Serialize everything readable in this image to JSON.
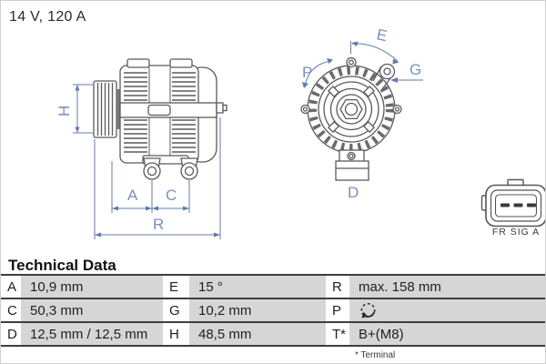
{
  "header": {
    "rating": "14 V, 120 A"
  },
  "table": {
    "title": "Technical Data",
    "rows": [
      {
        "cells": [
          {
            "label": "A",
            "value": "10,9 mm"
          },
          {
            "label": "E",
            "value": "15 °"
          },
          {
            "label": "R",
            "value": "max. 158 mm"
          }
        ]
      },
      {
        "cells": [
          {
            "label": "C",
            "value": "50,3 mm"
          },
          {
            "label": "G",
            "value": "10,2 mm"
          },
          {
            "label": "P",
            "value_icon": "rotation-clockwise-icon"
          }
        ]
      },
      {
        "cells": [
          {
            "label": "D",
            "value": "12,5 mm / 12,5 mm"
          },
          {
            "label": "H",
            "value": "48,5 mm"
          },
          {
            "label": "T*",
            "value": "B+(M8)"
          }
        ]
      }
    ],
    "footnote": "* Terminal"
  },
  "drawings": {
    "side_view": {
      "labels": {
        "h": "H",
        "a": "A",
        "c": "C",
        "r": "R"
      }
    },
    "front_view": {
      "labels": {
        "p": "P",
        "e": "E",
        "g": "G",
        "d": "D"
      }
    },
    "connector": {
      "label": "FR SIG A"
    }
  },
  "colors": {
    "dimension_blue": "#6379ae",
    "drawing_gray": "#5a5a5a",
    "cell_gray": "#d6d6d6",
    "row_line": "#3e3e3e"
  }
}
